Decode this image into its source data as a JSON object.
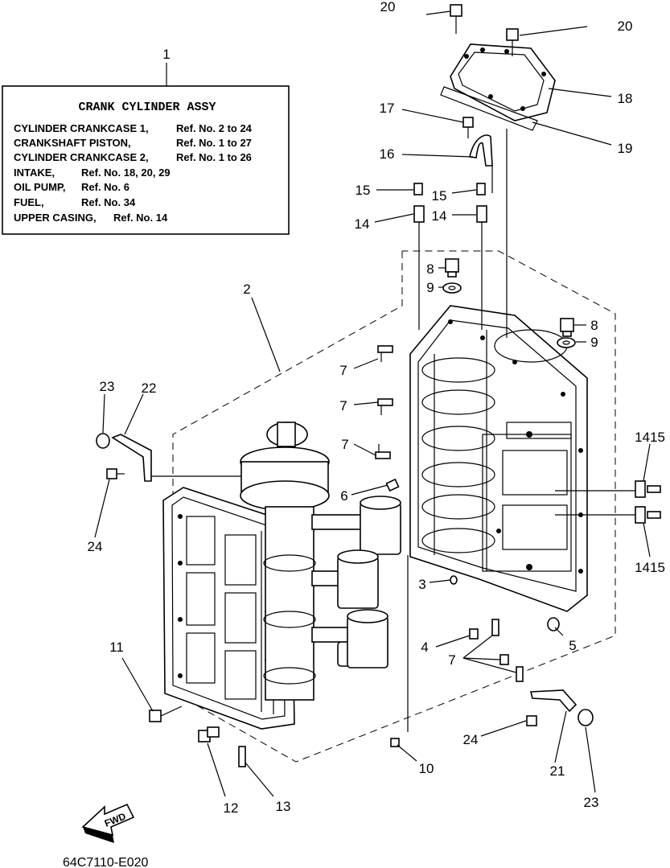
{
  "box": {
    "title": "CRANK CYLINDER ASSY",
    "rows": [
      {
        "name": "CYLINDER CRANKCASE 1,",
        "ref": "Ref. No. 2 to 24"
      },
      {
        "name": "CRANKSHAFT PISTON,",
        "ref": "Ref. No. 1 to 27"
      },
      {
        "name": "CYLINDER CRANKCASE 2,",
        "ref": "Ref. No. 1 to 26"
      },
      {
        "name": "INTAKE,",
        "ref": "Ref. No. 18, 20, 29"
      },
      {
        "name": "OIL PUMP,",
        "ref": "Ref. No. 6"
      },
      {
        "name": "FUEL,",
        "ref": "Ref. No. 34"
      },
      {
        "name": "UPPER CASING,",
        "ref": "Ref. No. 14"
      }
    ]
  },
  "callouts": {
    "c1": "1",
    "c2": "2",
    "c3": "3",
    "c4": "4",
    "c5": "5",
    "c6": "6",
    "c7a": "7",
    "c7b": "7",
    "c7c": "7",
    "c7d": "7",
    "c8a": "8",
    "c8b": "8",
    "c9a": "9",
    "c9b": "9",
    "c10": "10",
    "c11": "11",
    "c12": "12",
    "c13": "13",
    "c14a": "14",
    "c14b": "14",
    "c15a": "15",
    "c15b": "15",
    "c1415a": "1415",
    "c1415b": "1415",
    "c16": "16",
    "c17": "17",
    "c18": "18",
    "c19": "19",
    "c20a": "20",
    "c20b": "20",
    "c21": "21",
    "c22": "22",
    "c23a": "23",
    "c23b": "23",
    "c24a": "24",
    "c24b": "24"
  },
  "fwd_label": "FWD",
  "drawing_code": "64C7110-E020"
}
